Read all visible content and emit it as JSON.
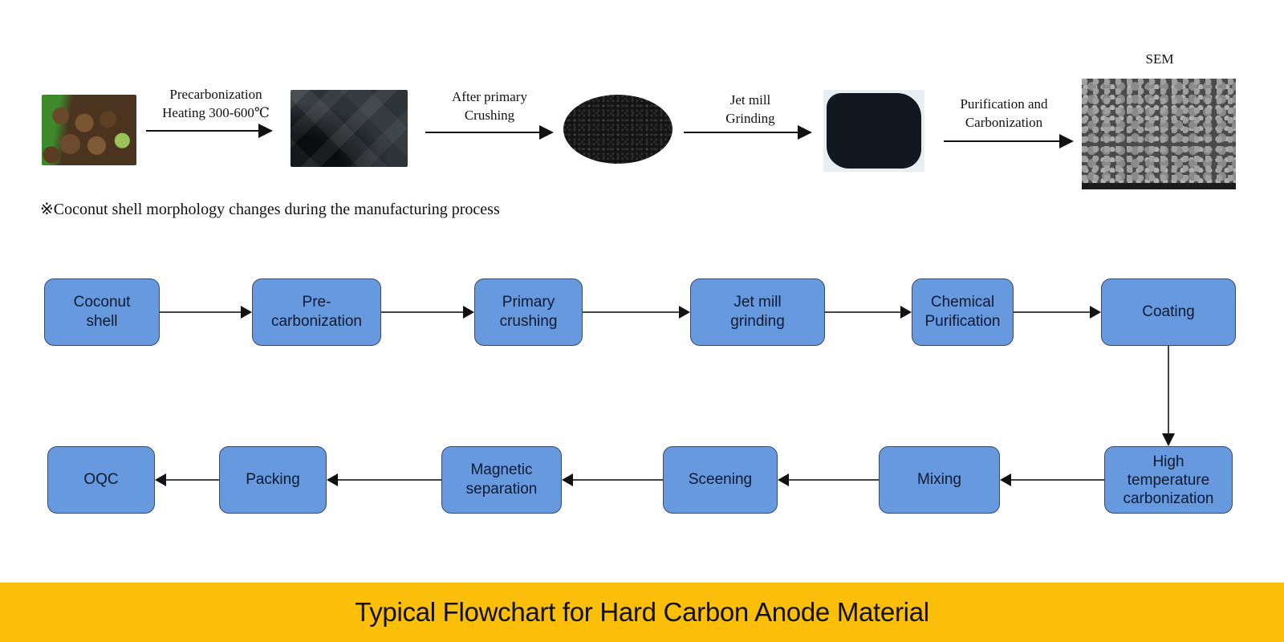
{
  "morphology": {
    "sem_label": "SEM",
    "steps": [
      {
        "label_line1": "Precarbonization",
        "label_line2": "Heating 300-600℃"
      },
      {
        "label_line1": "After primary",
        "label_line2": "Crushing"
      },
      {
        "label_line1": "Jet mill",
        "label_line2": "Grinding"
      },
      {
        "label_line1": "Purification and",
        "label_line2": "Carbonization"
      }
    ],
    "images": [
      "coconut-shell-photo",
      "precarbonized-flakes-photo",
      "crushed-powder-photo",
      "ground-powder-photo",
      "sem-micrograph"
    ],
    "note": "※Coconut shell morphology changes during the manufacturing process"
  },
  "flowchart": {
    "row1": [
      {
        "line1": "Coconut",
        "line2": "shell"
      },
      {
        "line1": "Pre-",
        "line2": "carbonization"
      },
      {
        "line1": "Primary",
        "line2": "crushing"
      },
      {
        "line1": "Jet mill",
        "line2": "grinding"
      },
      {
        "line1": "Chemical",
        "line2": "Purification"
      },
      {
        "line1": "Coating",
        "line2": ""
      }
    ],
    "row2": [
      {
        "line1": "High",
        "line2": "temperature",
        "line3": "carbonization"
      },
      {
        "line1": "Mixing"
      },
      {
        "line1": "Sceening"
      },
      {
        "line1": "Magnetic",
        "line2": "separation"
      },
      {
        "line1": "Packing"
      },
      {
        "line1": "OQC"
      }
    ],
    "colors": {
      "box_fill": "#6699dd",
      "box_border": "#3a4a66"
    }
  },
  "banner": {
    "title": "Typical Flowchart for Hard Carbon Anode Material",
    "color": "#fbbf0a"
  }
}
